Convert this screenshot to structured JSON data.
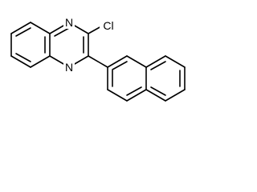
{
  "molecule": {
    "atoms": {
      "nitrogen_top": "N",
      "nitrogen_bottom": "N",
      "chlorine": "Cl"
    }
  }
}
